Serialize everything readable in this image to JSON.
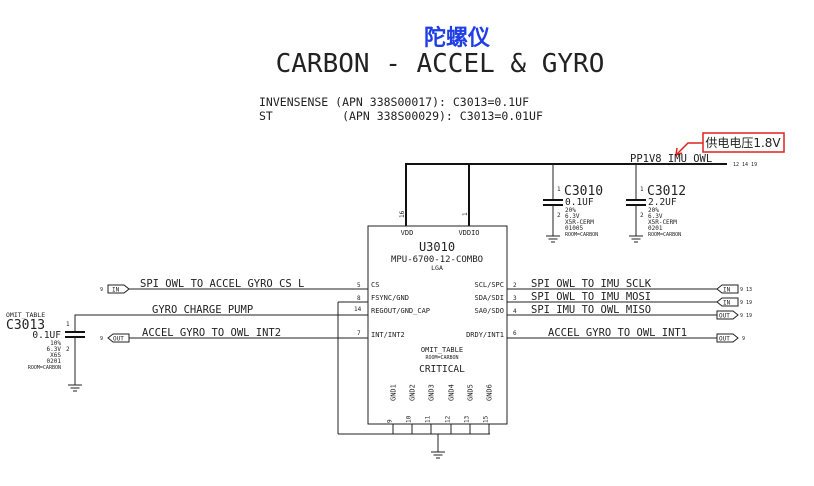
{
  "header": {
    "cn_title": "陀螺仪",
    "title": "CARBON - ACCEL & GYRO",
    "variant_1": "INVENSENSE (APN 338S00017): C3013=0.1UF",
    "variant_2": "ST          (APN 338S00029): C3013=0.01UF"
  },
  "annotation": {
    "label": "供电电压1.8V",
    "color": "#e0201b"
  },
  "power_rail": {
    "name": "PP1V8_IMU_OWL",
    "pages": "12 14 19"
  },
  "chip": {
    "ref": "U3010",
    "part": "MPU-6700-12-COMBO",
    "package": "LGA",
    "omit": "OMIT_TABLE",
    "room": "ROOM=CARBON",
    "critical": "CRITICAL",
    "top_pins": [
      {
        "num": "16",
        "name": "VDD"
      },
      {
        "num": "1",
        "name": "VDDIO"
      }
    ],
    "left_pins": [
      {
        "num": "5",
        "name": "CS"
      },
      {
        "num": "8",
        "name": "FSYNC/GND"
      },
      {
        "num": "14",
        "name": "REGOUT/GND_CAP"
      },
      {
        "num": "7",
        "name": "INT/INT2"
      }
    ],
    "right_pins": [
      {
        "num": "2",
        "name": "SCL/SPC"
      },
      {
        "num": "3",
        "name": "SDA/SDI"
      },
      {
        "num": "4",
        "name": "SA0/SDO"
      },
      {
        "num": "6",
        "name": "DRDY/INT1"
      }
    ],
    "gnd_pins": [
      {
        "num": "9",
        "name": "GND1"
      },
      {
        "num": "10",
        "name": "GND2"
      },
      {
        "num": "11",
        "name": "GND3"
      },
      {
        "num": "12",
        "name": "GND4"
      },
      {
        "num": "13",
        "name": "GND5"
      },
      {
        "num": "15",
        "name": "GND6"
      }
    ]
  },
  "caps": [
    {
      "ref": "C3010",
      "value": "0.1UF",
      "tol": "20%",
      "volt": "6.3V",
      "dielectric": "X5R-CERM",
      "size": "01005",
      "room": "ROOM=CARBON",
      "pin1": "1",
      "pin2": "2"
    },
    {
      "ref": "C3012",
      "value": "2.2UF",
      "tol": "20%",
      "volt": "6.3V",
      "dielectric": "X5R-CERM",
      "size": "0201",
      "room": "ROOM=CARBON",
      "pin1": "1",
      "pin2": "2"
    },
    {
      "ref": "C3013",
      "omit": "OMIT_TABLE",
      "value": "0.1UF",
      "tol": "10%",
      "volt": "6.3V",
      "dielectric": "X6S",
      "size": "0201",
      "room": "ROOM=CARBON",
      "pin1": "1",
      "pin2": "2"
    }
  ],
  "left_nets": [
    {
      "name": "SPI_OWL_TO_ACCEL_GYRO_CS_L",
      "flag": "IN",
      "page": "9"
    },
    {
      "name": "GYRO_CHARGE_PUMP"
    },
    {
      "name": "ACCEL_GYRO_TO_OWL_INT2",
      "flag": "OUT",
      "page": "9"
    }
  ],
  "right_nets": [
    {
      "name": "SPI_OWL_TO_IMU_SCLK",
      "flag": "IN",
      "page": "9 13"
    },
    {
      "name": "SPI_OWL_TO_IMU_MOSI",
      "flag": "IN",
      "page": "9 19"
    },
    {
      "name": "SPI_IMU_TO_OWL_MISO",
      "flag": "OUT",
      "page": "9 19"
    },
    {
      "name": "ACCEL_GYRO_TO_OWL_INT1",
      "flag": "OUT",
      "page": "9"
    }
  ]
}
